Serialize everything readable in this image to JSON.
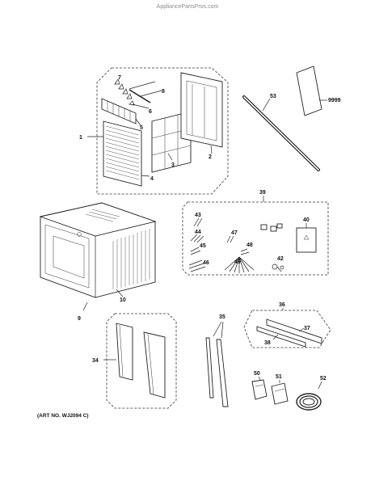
{
  "source_text": "AppliancePartsPros.com",
  "art_number": "(ART NO. WJ2094 C)",
  "callouts": {
    "c1": "1",
    "c2": "2",
    "c3": "3",
    "c4": "4",
    "c5": "5",
    "c6": "6",
    "c7": "7",
    "c8": "8",
    "c9": "9",
    "c10": "10",
    "c34": "34",
    "c35": "35",
    "c36": "36",
    "c37": "37",
    "c38": "38",
    "c39": "39",
    "c40": "40",
    "c42": "42",
    "c43": "43",
    "c44": "44",
    "c45": "45",
    "c46": "46",
    "c47": "47",
    "c48": "48",
    "c49": "49",
    "c50": "50",
    "c51": "51",
    "c52": "52",
    "c53": "53",
    "c9999": "9999"
  }
}
